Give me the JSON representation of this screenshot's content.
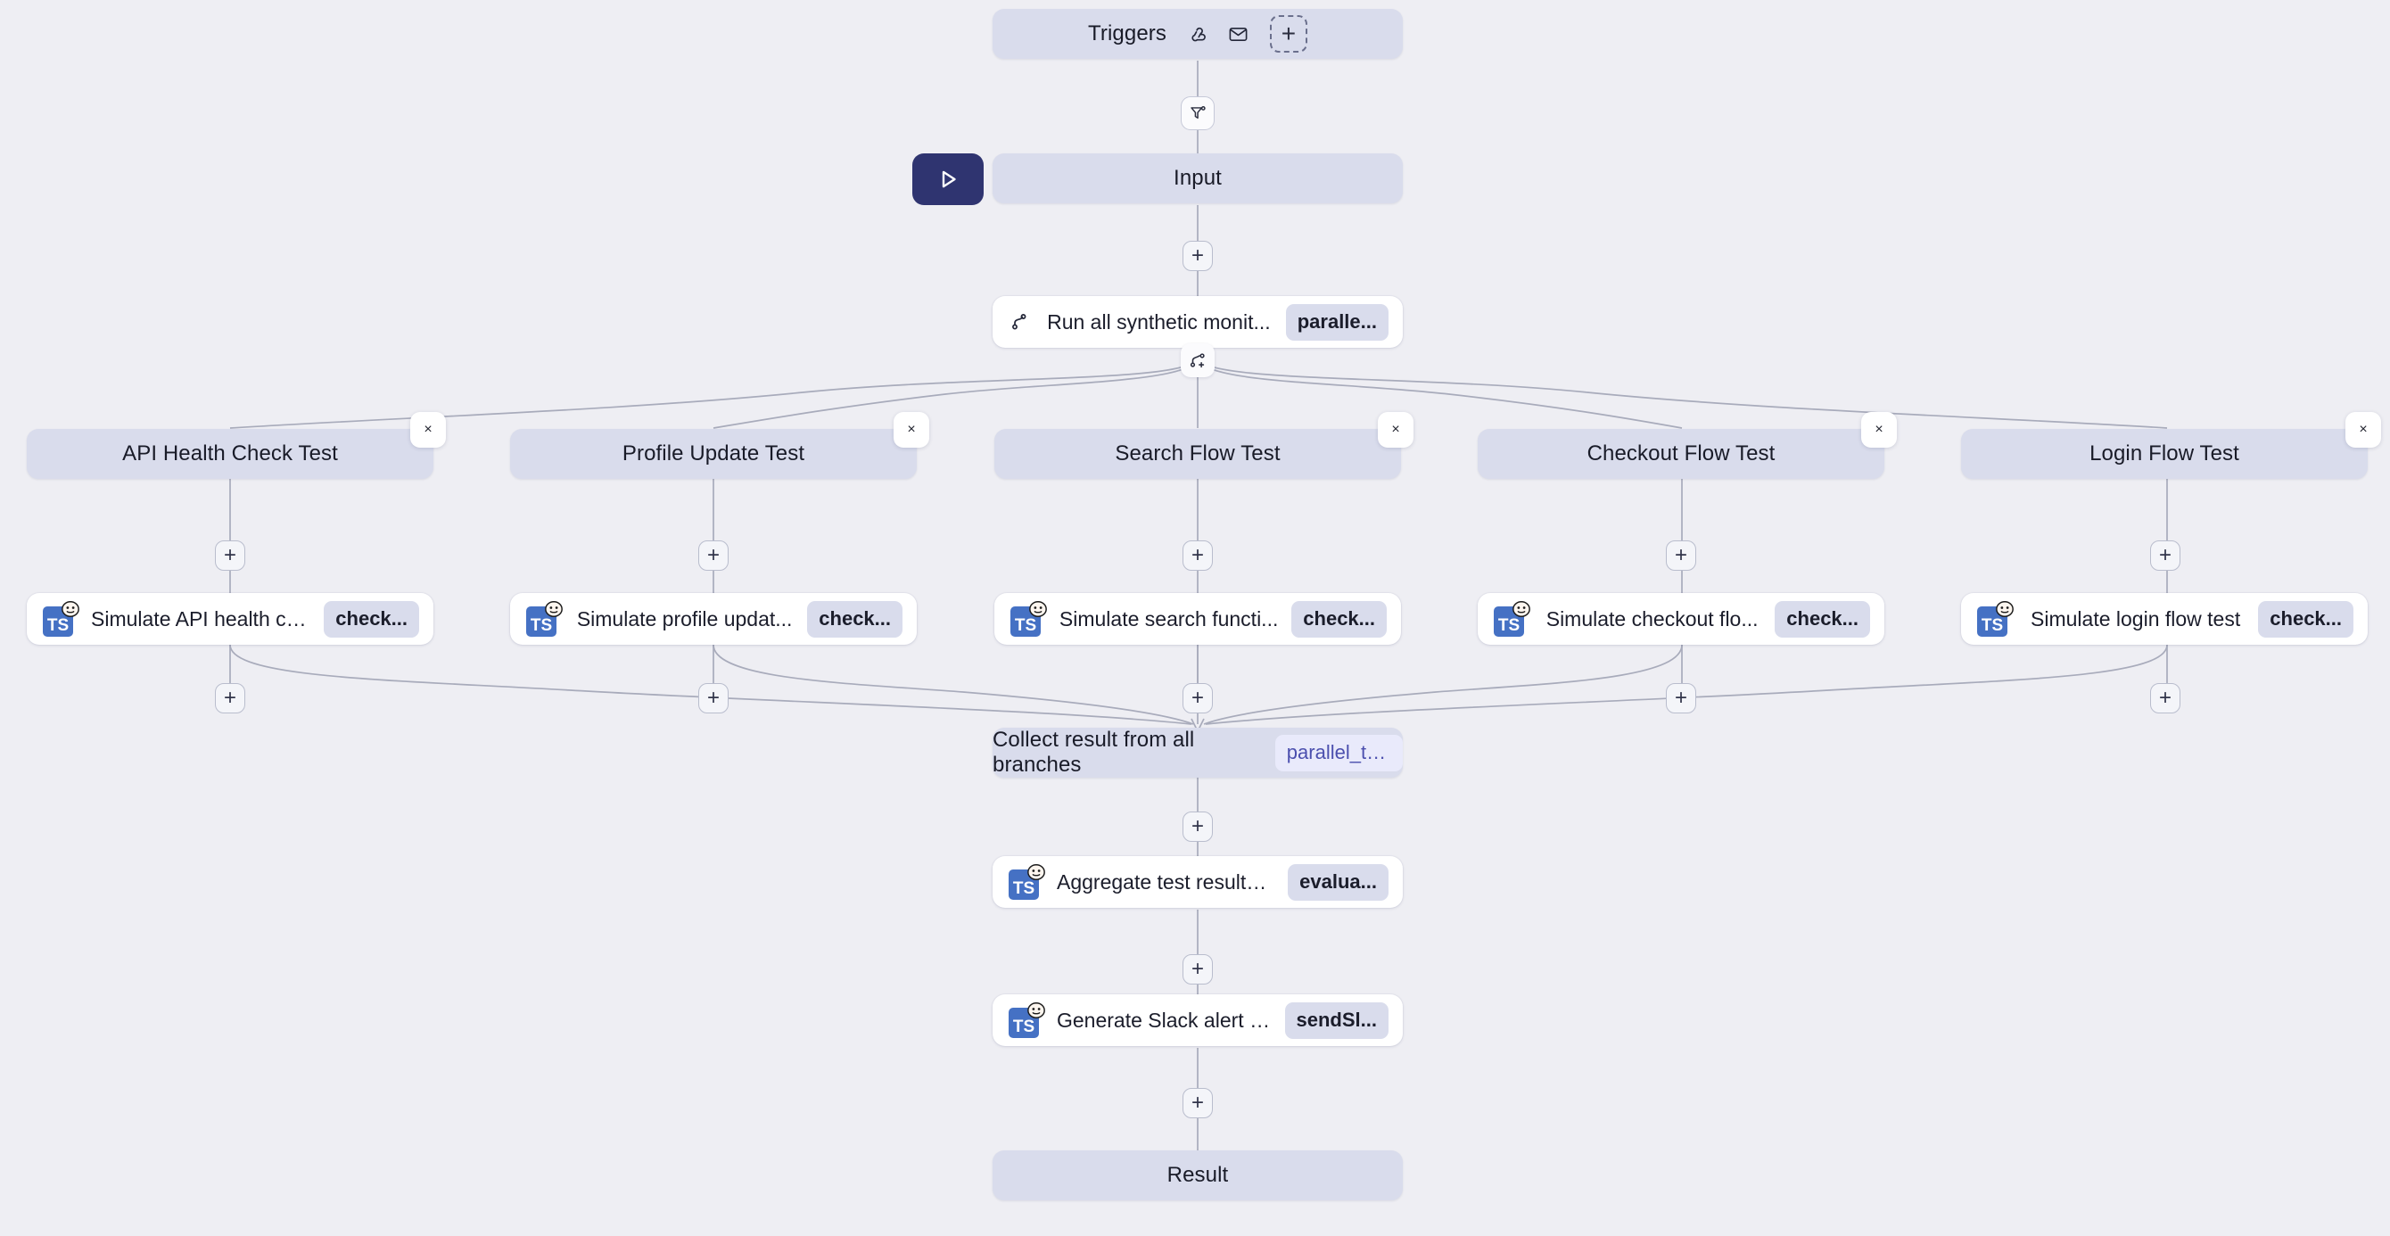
{
  "canvas": {
    "background": "#eeeef3",
    "accent_pill": "#d9dcec",
    "accent_play": "#2f3470",
    "badge_light_text": "#4b4fae",
    "ts_blue": "#4571c4"
  },
  "triggers": {
    "label": "Triggers",
    "icons": [
      {
        "name": "webhook-icon"
      },
      {
        "name": "email-icon"
      }
    ],
    "add_label": "+"
  },
  "filter_chip": {
    "name": "filter-settings-icon"
  },
  "input_node": {
    "label": "Input"
  },
  "run_button": {
    "name": "run-workflow-play-icon"
  },
  "parallel_node": {
    "title": "Run all synthetic monit...",
    "badge": "paralle...",
    "icon": "git-branch-icon"
  },
  "branch_add_chip": {
    "name": "branch-add-icon"
  },
  "branches": [
    {
      "label": "API Health Check Test",
      "close": "×",
      "add": "+",
      "step_title": "Simulate API health ch...",
      "step_badge": "check...",
      "bottom_add": "+"
    },
    {
      "label": "Profile Update Test",
      "close": "×",
      "add": "+",
      "step_title": "Simulate profile updat...",
      "step_badge": "check...",
      "bottom_add": "+"
    },
    {
      "label": "Search Flow Test",
      "close": "×",
      "add": "+",
      "step_title": "Simulate search functi...",
      "step_badge": "check...",
      "bottom_add": "+"
    },
    {
      "label": "Checkout Flow Test",
      "close": "×",
      "add": "+",
      "step_title": "Simulate checkout flo...",
      "step_badge": "check...",
      "bottom_add": "+"
    },
    {
      "label": "Login Flow Test",
      "close": "×",
      "add": "+",
      "step_title": "Simulate login flow test",
      "step_badge": "check...",
      "bottom_add": "+"
    }
  ],
  "collect_node": {
    "title": "Collect result from all branches",
    "badge": "parallel_tests"
  },
  "aggregate_node": {
    "title": "Aggregate test results ...",
    "badge": "evalua..."
  },
  "slack_node": {
    "title": "Generate Slack alert m...",
    "badge": "sendSl..."
  },
  "result_node": {
    "label": "Result"
  },
  "adders": {
    "after_input": "+",
    "after_collect": "+",
    "after_aggregate": "+",
    "after_slack": "+"
  }
}
